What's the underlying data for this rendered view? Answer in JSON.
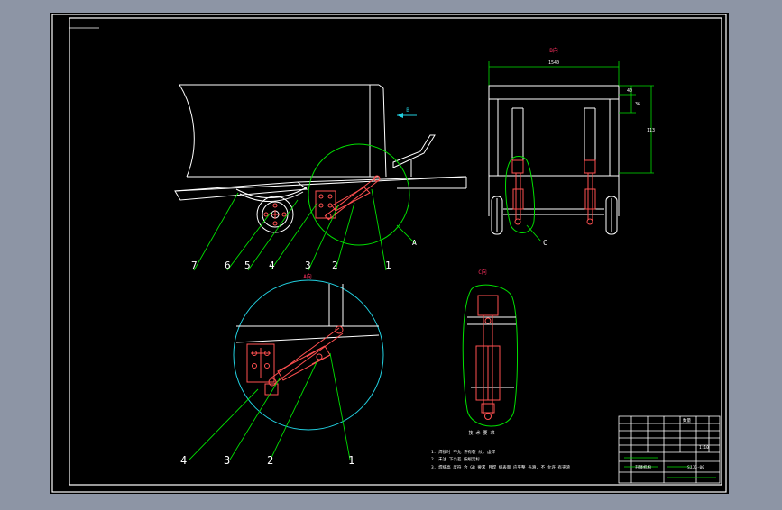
{
  "app": {
    "background": "#8d95a5",
    "paper": "#000000",
    "frame": "#ffffff"
  },
  "colors": {
    "white": "#ffffff",
    "green": "#00e000",
    "red": "#ff5050",
    "cyan": "#22d0e0",
    "pink": "#ff3060"
  },
  "side_view": {
    "part_numbers": [
      "7",
      "6",
      "5",
      "4",
      "3",
      "2",
      "1"
    ],
    "detail_callout": "A",
    "arrow_label": "B"
  },
  "front_view": {
    "title": "B向",
    "width_dim": "1540",
    "dims_right": [
      "40",
      "36",
      "113"
    ],
    "detail_callout": "C"
  },
  "detail_a": {
    "title": "A向",
    "part_numbers": [
      "4",
      "3",
      "2",
      "1"
    ]
  },
  "detail_c": {
    "title": "C向"
  },
  "tech_requirements": {
    "title": "技 术 要 求",
    "items": [
      "1. 焊接时 不允 许有裂 纹,  虚焊",
      "2. 未注 下公差 按规定标",
      "3. 焊缝高 度符 合 GB 要求 且焊 缝表面 应平整 光滑,  不 允许 有夹渣"
    ]
  },
  "title_block": {
    "name": "升降机构",
    "material_cell": "数量",
    "code": "SJJG-00",
    "scale": "1:10"
  }
}
